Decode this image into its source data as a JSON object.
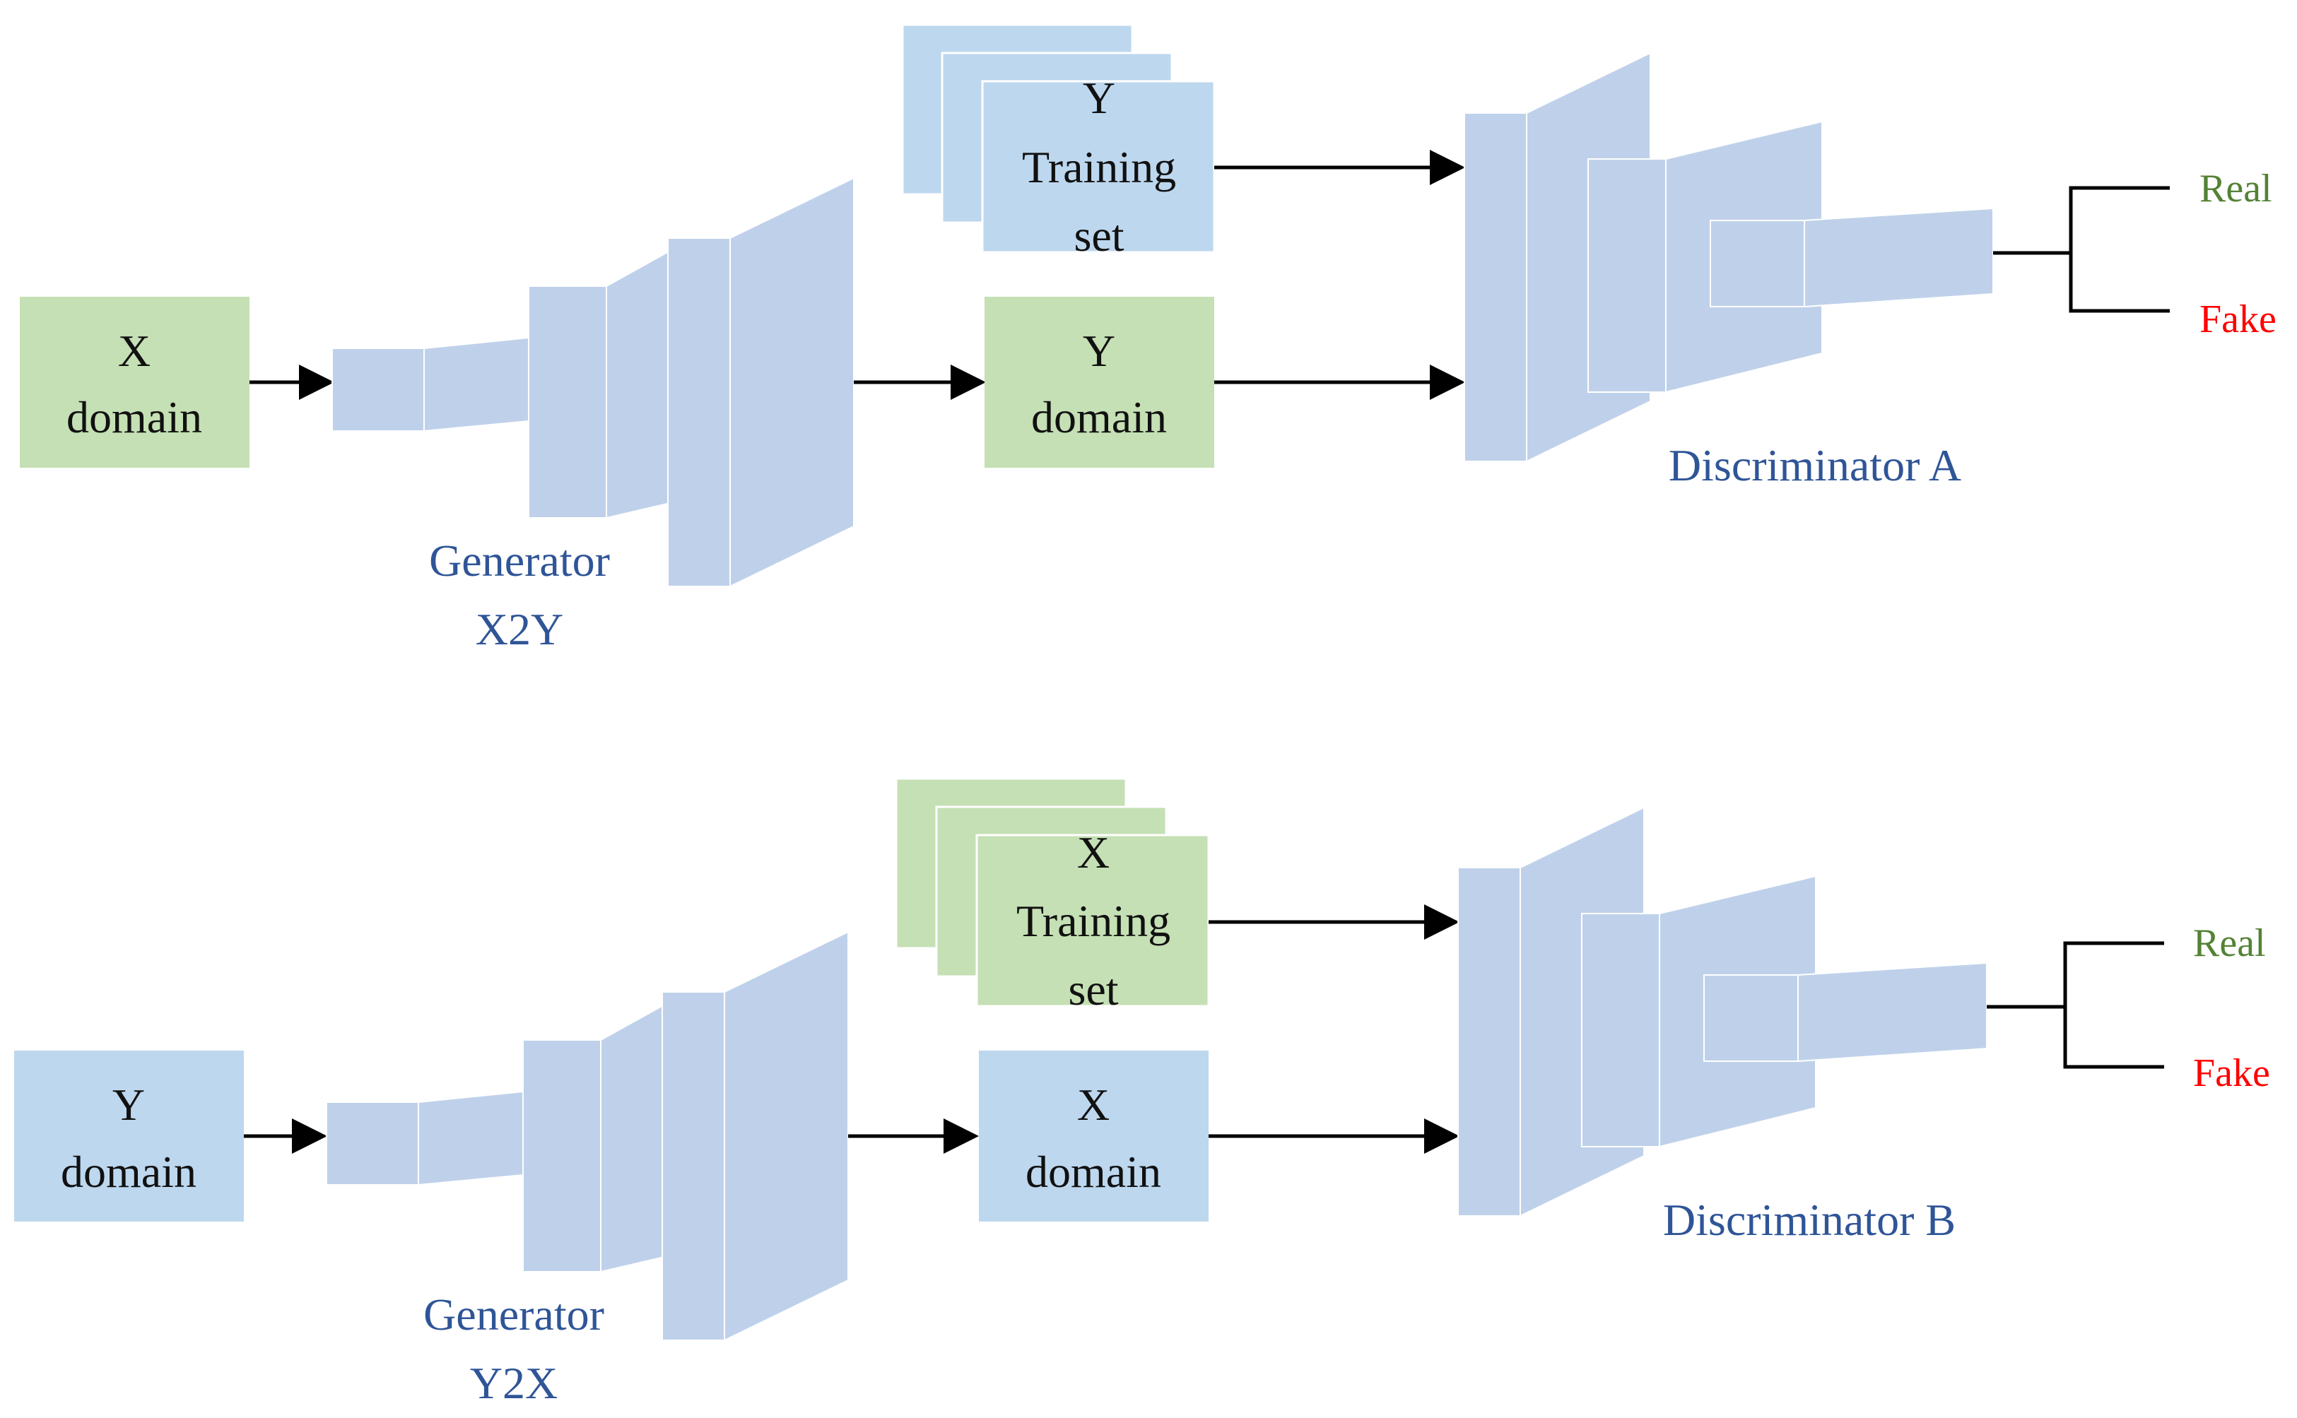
{
  "colors": {
    "green_box": "#c5e0b4",
    "blue_box": "#bdd7ee",
    "layer_front": "#bfd1ea",
    "layer_side": "#bfd1ea",
    "caption": "#2f5597",
    "real": "#548235",
    "fake": "#ff0000",
    "arrow": "#000000"
  },
  "top": {
    "input": {
      "line1": "X",
      "line2": "domain"
    },
    "generator": {
      "line1": "Generator",
      "line2": "X2Y"
    },
    "output": {
      "line1": "Y",
      "line2": "domain"
    },
    "training": {
      "line1": "Y",
      "line2": "Training",
      "line3": "set"
    },
    "discriminator": "Discriminator A",
    "real": "Real",
    "fake": "Fake"
  },
  "bottom": {
    "input": {
      "line1": "Y",
      "line2": "domain"
    },
    "generator": {
      "line1": "Generator",
      "line2": "Y2X"
    },
    "output": {
      "line1": "X",
      "line2": "domain"
    },
    "training": {
      "line1": "X",
      "line2": "Training",
      "line3": "set"
    },
    "discriminator": "Discriminator B",
    "real": "Real",
    "fake": "Fake"
  }
}
